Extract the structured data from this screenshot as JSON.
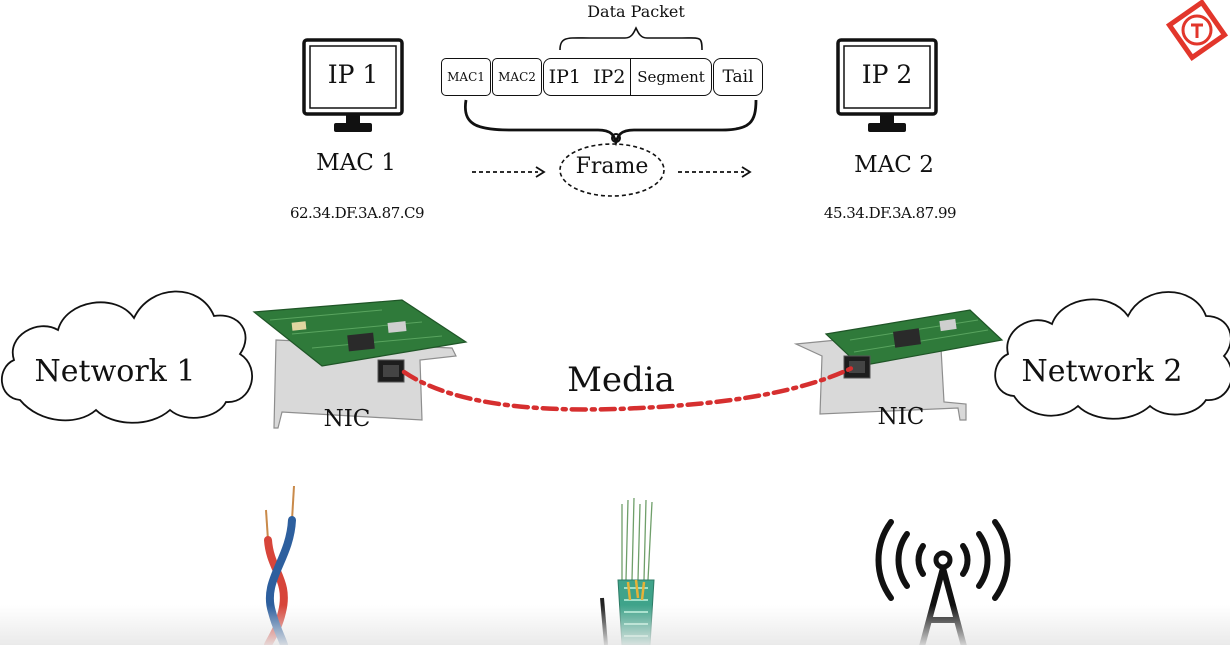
{
  "header": {
    "data_packet_label": "Data Packet"
  },
  "frame": {
    "cells": [
      "MAC1",
      "MAC2",
      "IP1  IP2",
      "Segment",
      "Tail"
    ],
    "label": "Frame"
  },
  "host1": {
    "screen_label": "IP 1",
    "mac_name": "MAC 1",
    "mac_address": "62.34.DF.3A.87.C9"
  },
  "host2": {
    "screen_label": "IP 2",
    "mac_name": "MAC 2",
    "mac_address": "45.34.DF.3A.87.99"
  },
  "network1": {
    "label": "Network 1"
  },
  "network2": {
    "label": "Network 2"
  },
  "nic1": {
    "label": "NIC"
  },
  "nic2": {
    "label": "NIC"
  },
  "media": {
    "label": "Media"
  },
  "colors": {
    "media_cable": "#d62f2f",
    "pcb_green": "#2f7a3a",
    "logo_red": "#e2362b",
    "copper_red": "#d7453a",
    "copper_blue": "#2d5f9e"
  },
  "icons": {
    "logo": "brand-logo-icon",
    "monitor": "monitor-icon",
    "nic_card": "network-card-icon",
    "copper": "twisted-pair-cable-icon",
    "fiber": "fiber-optic-cable-icon",
    "wireless": "wireless-tower-icon"
  }
}
